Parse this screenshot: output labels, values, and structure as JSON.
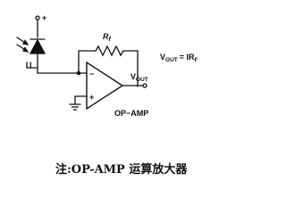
{
  "diagram": {
    "supply_label": "+",
    "current_label": "I",
    "resistor_label": "R",
    "resistor_sub": "f",
    "inverting_label": "−",
    "noninverting_label": "+",
    "output_label": "V",
    "output_sub": "OUT",
    "amp_label": "OP−AMP",
    "equation": {
      "lhs": "V",
      "lhs_sub": "OUT",
      "rhs": "= IR",
      "rhs_sub": "F"
    },
    "note": "注:OP-AMP 运算放大器"
  },
  "colors": {
    "ink": "#111111",
    "background": "#ffffff"
  }
}
